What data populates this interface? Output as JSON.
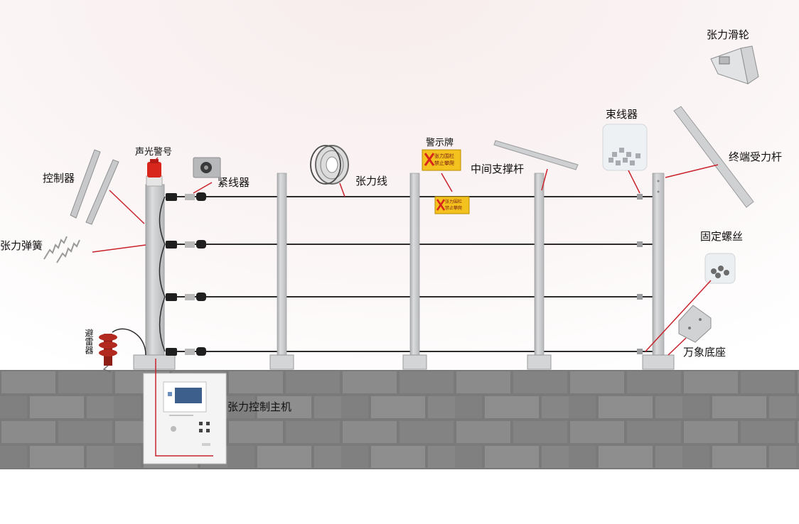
{
  "labels": {
    "controller": "控制器",
    "alarm_light": "声光警号",
    "tensioner": "紧线器",
    "tension_wire": "张力线",
    "warning_sign": "警示牌",
    "middle_support_pole": "中间支撑杆",
    "wire_bundler": "束线器",
    "tension_pulley": "张力滑轮",
    "terminal_stress_pole": "终端受力杆",
    "tension_spring": "张力弹簧",
    "fixing_screw": "固定螺丝",
    "lightning_arrester": "避雷器",
    "universal_base": "万象底座",
    "tension_control_host": "张力控制主机"
  },
  "sign_text": {
    "line1": "张力围栏",
    "line2": "禁止攀爬"
  },
  "colors": {
    "leader_line": "#c8232c",
    "pole": "#c9cacc",
    "wall": "#7d7d7d",
    "sign_bg": "#f4c21f",
    "sign_icon": "#d9261c",
    "alarm_red": "#d8261d"
  }
}
